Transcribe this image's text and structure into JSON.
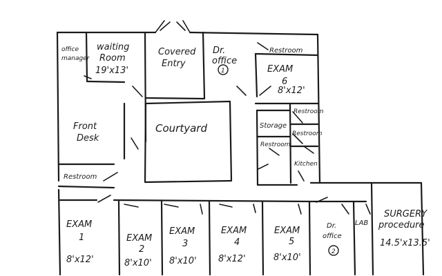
{
  "rooms": {
    "office_manager": [
      "office",
      "manager"
    ],
    "waiting_room": [
      "waiting",
      "Room",
      "19'x13'"
    ],
    "covered_entry": [
      "Covered",
      "Entry"
    ],
    "dr_office_1": [
      "Dr.",
      "office",
      "1"
    ],
    "restroom_top": "Restroom",
    "exam6": [
      "EXAM",
      "6",
      "8'x12'"
    ],
    "front_desk": [
      "Front",
      "Desk"
    ],
    "courtyard": "Courtyard",
    "storage": "Storage",
    "restroom_mid_a": "Restroom",
    "restroom_mid_b": "Restroom",
    "restroom_mid_c": "Restroom",
    "kitchen": "Kitchen",
    "restroom_left": "Restroom",
    "exam1": [
      "EXAM",
      "1",
      "8'x12'"
    ],
    "exam2": [
      "EXAM",
      "2",
      "8'x10'"
    ],
    "exam3": [
      "EXAM",
      "3",
      "8'x10'"
    ],
    "exam4": [
      "EXAM",
      "4",
      "8'x12'"
    ],
    "exam5": [
      "EXAM",
      "5",
      "8'x10'"
    ],
    "dr_office_2": [
      "Dr.",
      "office",
      "2"
    ],
    "lab": "LAB",
    "surgery": [
      "SURGERY",
      "procedure",
      "14.5'x13.5'"
    ]
  }
}
